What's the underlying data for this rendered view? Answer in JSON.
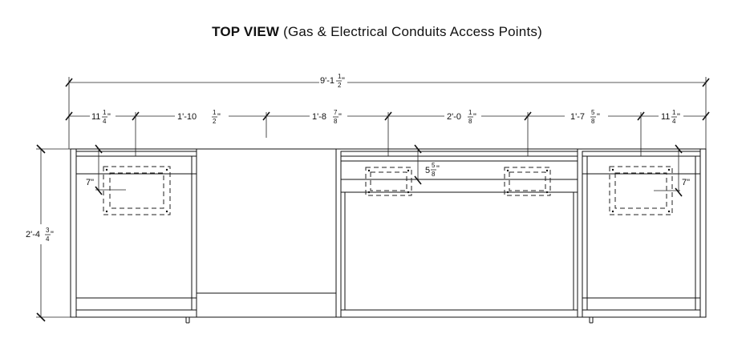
{
  "title": {
    "bold": "TOP VIEW",
    "rest": "(Gas & Electrical Conduits Access Points)"
  },
  "dimensions": {
    "overall": {
      "main": "9'-1",
      "num": "1",
      "den": "2",
      "unit": "\""
    },
    "seg1": {
      "main": "11",
      "num": "1",
      "den": "4",
      "unit": "\""
    },
    "seg2": {
      "main": "1'-10",
      "num": "1",
      "den": "2",
      "unit": "\""
    },
    "seg3": {
      "main": "1'-8",
      "num": "7",
      "den": "8",
      "unit": "\""
    },
    "seg4": {
      "main": "2'-0",
      "num": "1",
      "den": "8",
      "unit": "\""
    },
    "seg5": {
      "main": "1'-7",
      "num": "5",
      "den": "8",
      "unit": "\""
    },
    "seg6": {
      "main": "11",
      "num": "1",
      "den": "4",
      "unit": "\""
    },
    "depth": {
      "main": "2'-4",
      "num": "3",
      "den": "4",
      "unit": "\""
    },
    "offset_left": "7\"",
    "offset_right": "7\"",
    "offset_mid": {
      "main": "5",
      "num": "5",
      "den": "8",
      "unit": "\""
    }
  }
}
